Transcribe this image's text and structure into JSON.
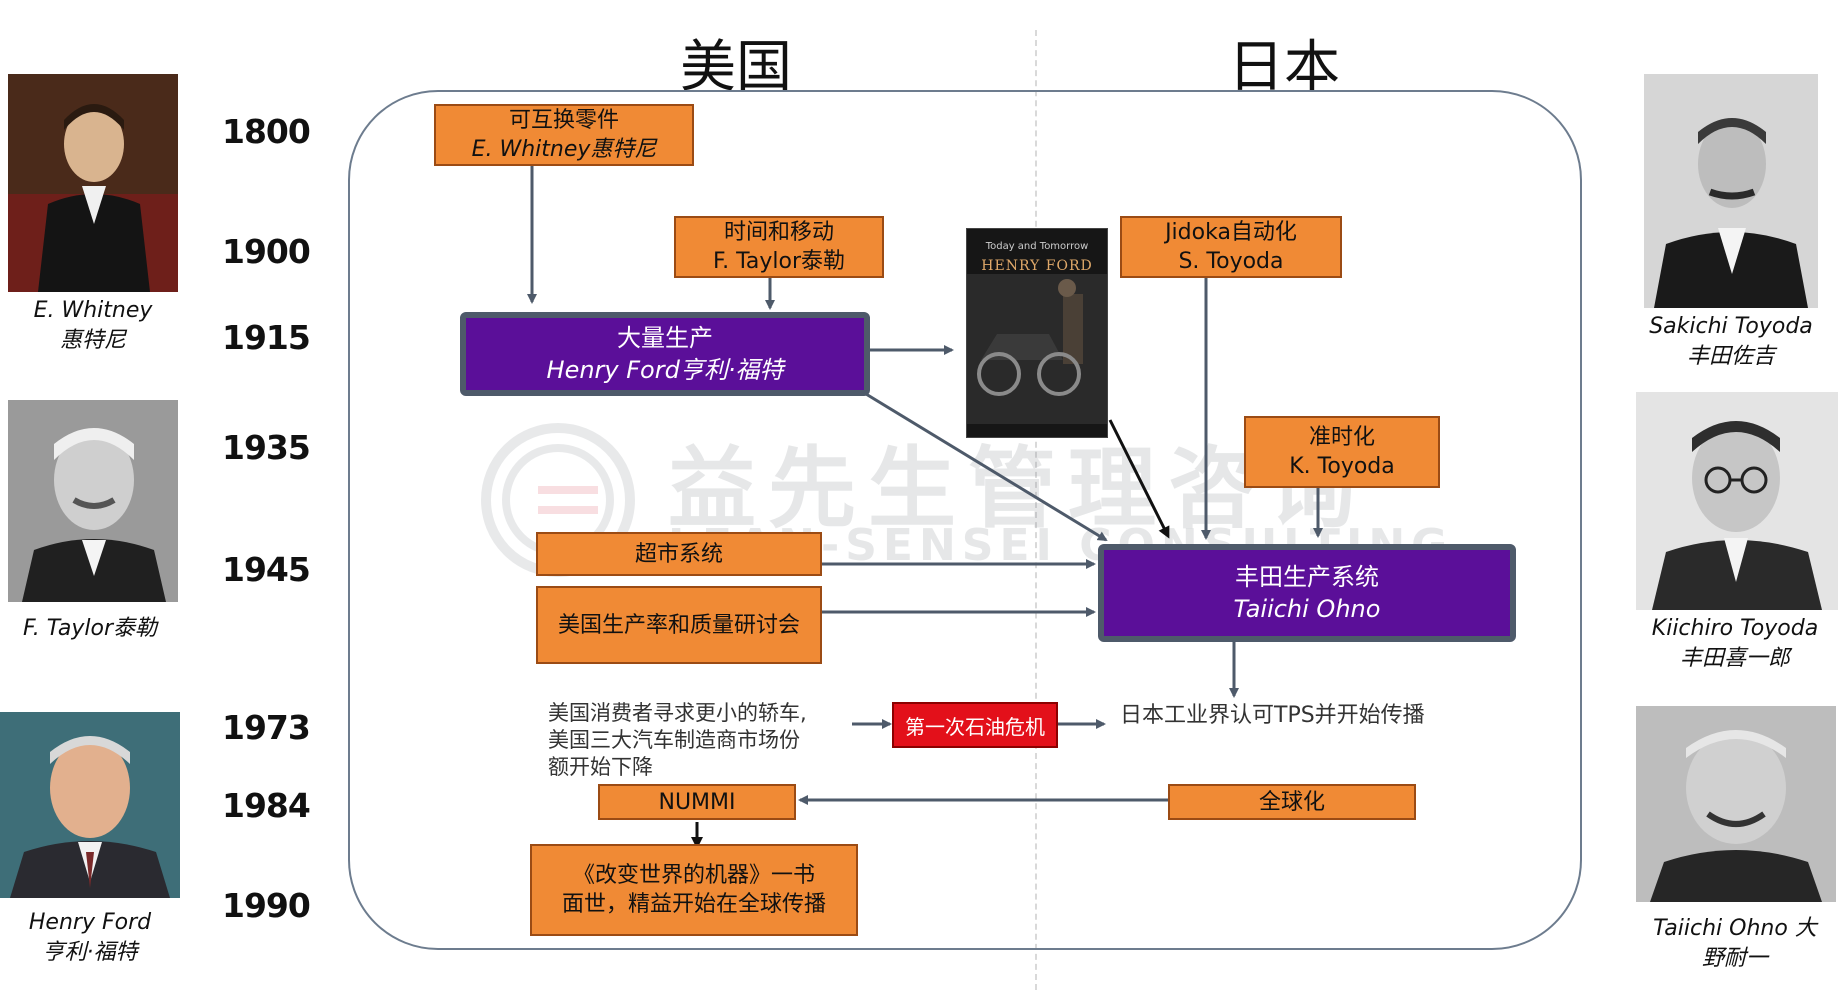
{
  "headings": {
    "left": "美国",
    "right": "日本"
  },
  "years": [
    "1800",
    "1900",
    "1915",
    "1935",
    "1945",
    "1973",
    "1984",
    "1990"
  ],
  "people_left": [
    {
      "name": "E. Whitney",
      "cn": "惠特尼"
    },
    {
      "name": "F. Taylor泰勒",
      "cn": ""
    },
    {
      "name": "Henry Ford",
      "cn": "亨利·福特"
    }
  ],
  "people_right": [
    {
      "name": "Sakichi Toyoda",
      "cn": "丰田佐吉"
    },
    {
      "name": "Kiichiro Toyoda",
      "cn": "丰田喜一郎"
    },
    {
      "name": "Taiichi Ohno 大",
      "cn": "野耐一"
    }
  ],
  "boxes": {
    "interchangeable": {
      "line1": "可互换零件",
      "line2": "E. Whitney惠特尼"
    },
    "time_motion": {
      "line1": "时间和移动",
      "line2": "F. Taylor泰勒"
    },
    "jidoka": {
      "line1": "Jidoka自动化",
      "line2": "S. Toyoda"
    },
    "mass_production": {
      "line1": "大量生产",
      "line2": "Henry Ford亨利·福特"
    },
    "jit": {
      "line1": "准时化",
      "line2": "K. Toyoda"
    },
    "supermarket": {
      "line1": "超市系统"
    },
    "productivity": {
      "line1": "美国生产率和质量研讨会"
    },
    "tps": {
      "line1": "丰田生产系统",
      "line2": "Taiichi  Ohno"
    },
    "oil_crisis": {
      "line1": "第一次石油危机"
    },
    "nummi": {
      "line1": "NUMMI"
    },
    "globalization": {
      "line1": "全球化"
    },
    "book_machine": {
      "line1": "《改变世界的机器》一书",
      "line2": "面世，精益开始在全球传播"
    }
  },
  "notes": {
    "us_consumers": [
      "美国消费者寻求更小的轿车,",
      "美国三大汽车制造商市场份",
      "额开始下降"
    ],
    "japan_tps": "日本工业界认可TPS并开始传播"
  },
  "book_cover": {
    "subtitle": "Today and Tomorrow",
    "title": "HENRY FORD"
  },
  "watermark": {
    "cn": "益先生管理咨询",
    "en": "LEAN-SENSEI CONSULTING"
  },
  "colors": {
    "orange": "#f08a35",
    "purple": "#5b0f99",
    "red": "#e3101a",
    "arrow": "#4e5a6a"
  }
}
